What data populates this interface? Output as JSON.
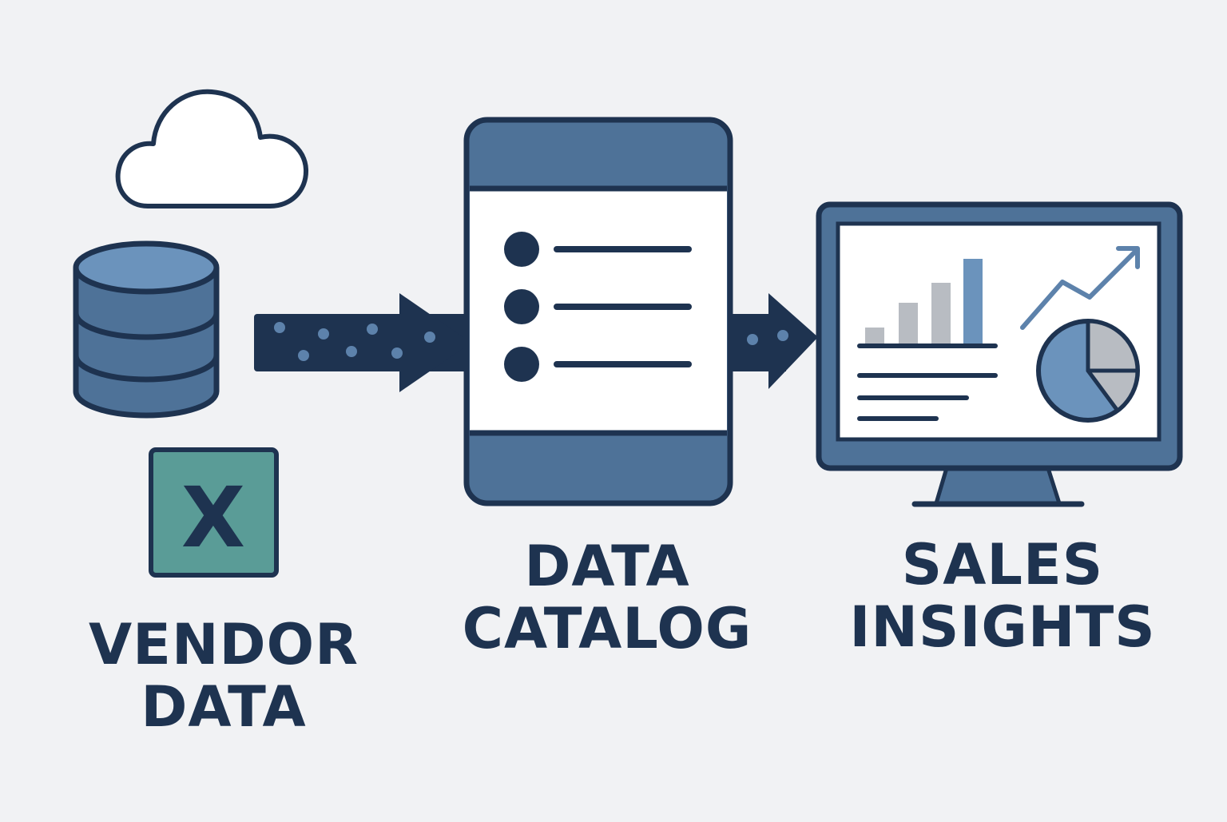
{
  "colors": {
    "background": "#f1f2f4",
    "navy": "#1e3350",
    "steel_blue": "#4e7298",
    "light_blue": "#6b93bc",
    "gray": "#b8bcc2",
    "spreadsheet_green": "#5a9c97",
    "white": "#ffffff"
  },
  "icons": {
    "source_cloud": "cloud-icon",
    "source_database": "database-icon",
    "source_spreadsheet": "excel-icon",
    "catalog": "catalog-list-icon",
    "insights": "monitor-dashboard-icon"
  },
  "spreadsheet_letter": "X",
  "labels": {
    "vendor": {
      "line1": "VENDOR",
      "line2": "DATA"
    },
    "catalog": {
      "line1": "DATA",
      "line2": "CATALOG"
    },
    "sales": {
      "line1": "SALES",
      "line2": "INSIGHTS"
    }
  }
}
